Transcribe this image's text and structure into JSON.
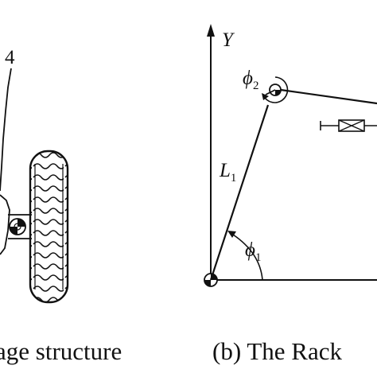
{
  "left_panel": {
    "part_label": "4",
    "caption": "age structure"
  },
  "right_panel": {
    "y_axis_label": "Y",
    "phi2_symbol": "ϕ",
    "phi2_subscript": "2",
    "l1_symbol": "L",
    "l1_subscript": "1",
    "phi1_symbol": "ϕ",
    "phi1_subscript": "1",
    "caption": "(b) The Rack"
  },
  "colors": {
    "ink": "#111111",
    "background": "#ffffff"
  }
}
